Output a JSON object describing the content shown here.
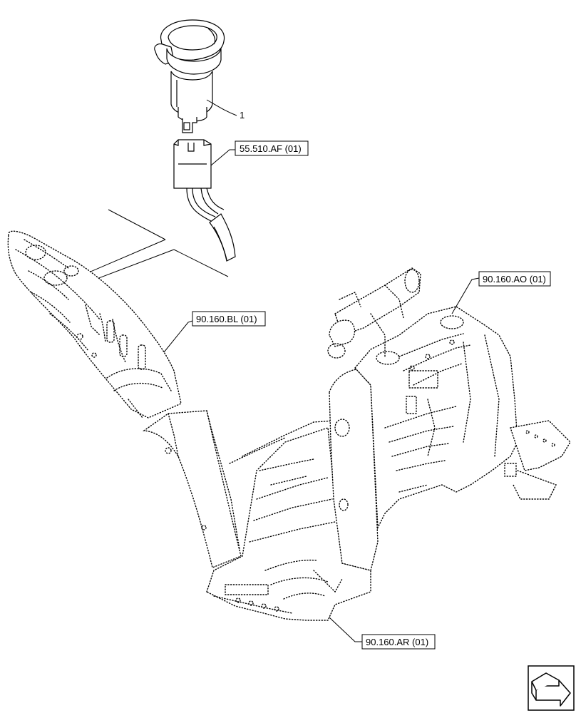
{
  "callouts": {
    "item_1": "1",
    "connector_ref": "55.510.AF (01)",
    "cab_ao_ref": "90.160.AO (01)",
    "panel_bl_ref": "90.160.BL (01)",
    "floor_ar_ref": "90.160.AR (01)"
  }
}
